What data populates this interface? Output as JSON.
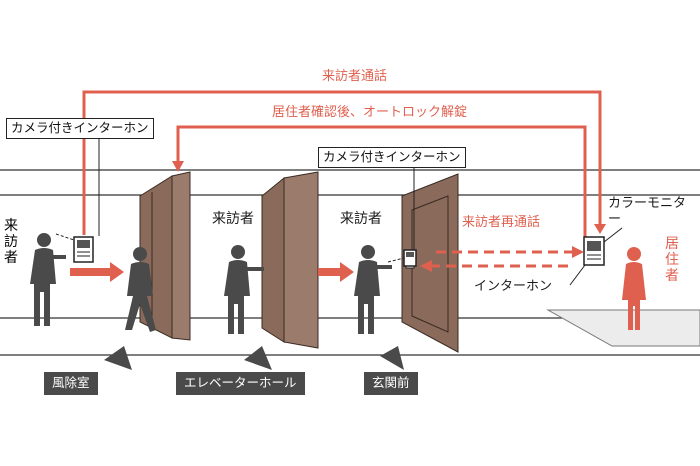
{
  "labels": {
    "visitor_call": "来訪者通話",
    "confirm_unlock": "居住者確認後、オートロック解錠",
    "camera_intercom_1": "カメラ付きインターホン",
    "camera_intercom_2": "カメラ付きインターホン",
    "visitor_left": "来訪者",
    "visitor_elevator": "来訪者",
    "visitor_entrance": "来訪者",
    "visitor_recall": "来訪者再通話",
    "color_monitor": "カラーモニター",
    "intercom": "インターホン",
    "resident": "居住者"
  },
  "locations": {
    "windbreak_room": "風除室",
    "elevator_hall": "エレベーターホール",
    "entrance_front": "玄関前"
  },
  "colors": {
    "accent": "#e0604f",
    "door": "#8a6a5b",
    "figure": "#4a4a4a",
    "line": "#333333"
  }
}
